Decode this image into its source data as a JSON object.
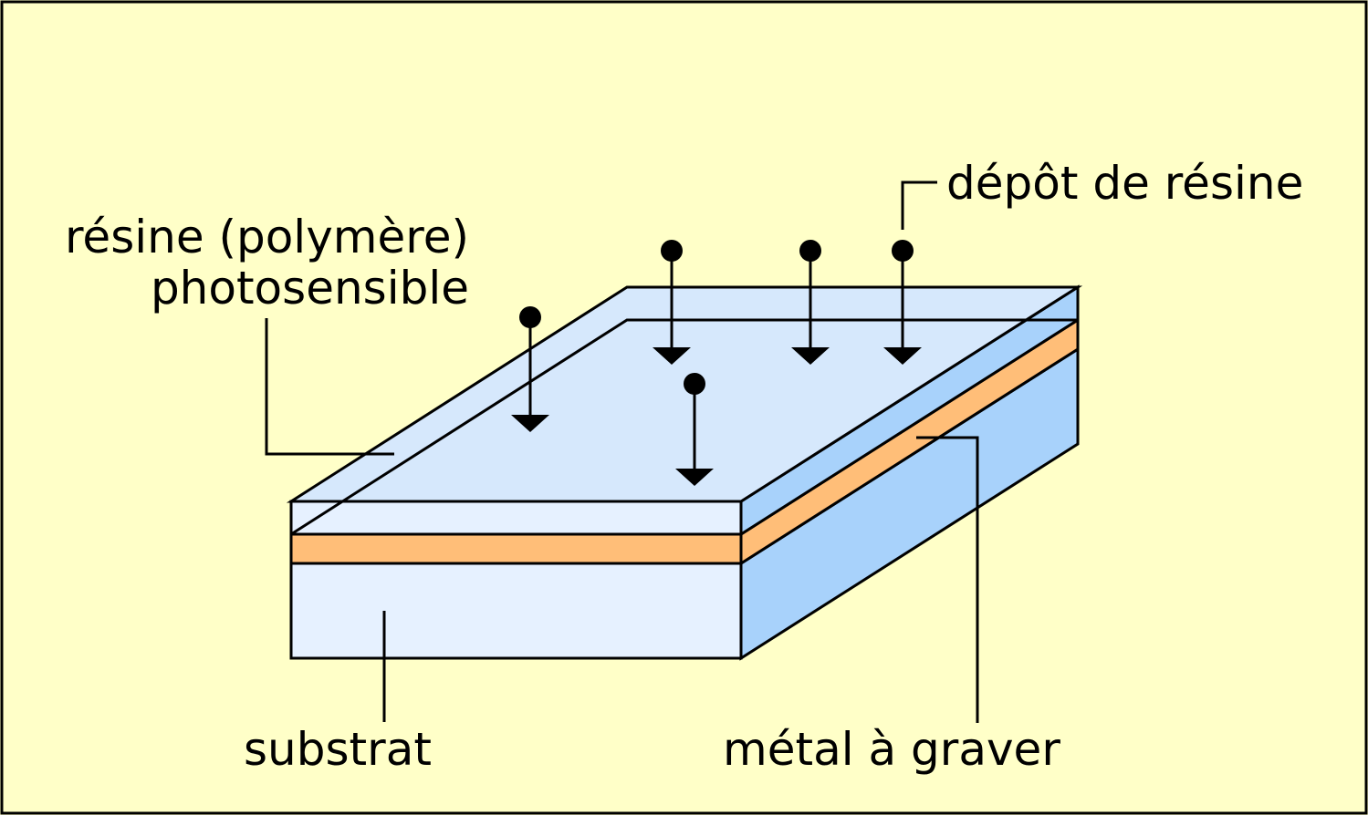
{
  "labels": {
    "resine_line1": "résine (polymère)",
    "resine_line2": "photosensible",
    "depot": "dépôt de résine",
    "substrat": "substrat",
    "metal": "métal à graver"
  },
  "colors": {
    "background": "#ffffc8",
    "resine_top": "#d6e8fc",
    "resine_front": "#e6f1ff",
    "metal": "#ffbe78",
    "substrat_front": "#e6f1ff",
    "side": "#a8d2fb",
    "outline": "#000000"
  },
  "icons": [
    "drop-with-down-arrow"
  ]
}
